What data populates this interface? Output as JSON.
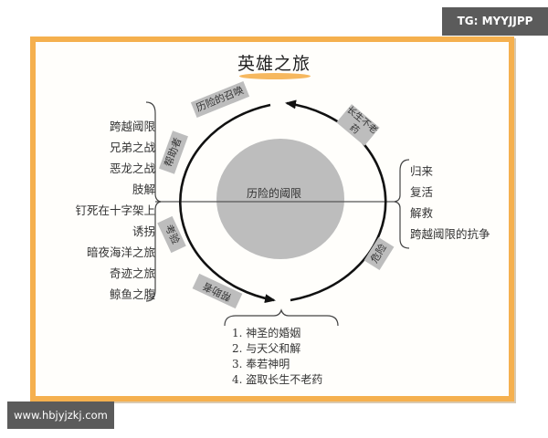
{
  "watermarks": {
    "top_right": "TG: MYYJJPP",
    "bottom_left": "www.hbjyjzkj.com"
  },
  "diagram": {
    "title": "英雄之旅",
    "center_label": "历险的阈限",
    "circle_tags": {
      "call": "历险的召唤",
      "helper_top": "帮助者",
      "test": "考验",
      "helper_bottom": "帮助者",
      "elixir": "长生不老药",
      "danger": "危险"
    },
    "left_list": [
      "跨越阈限",
      "兄弟之战",
      "恶龙之战",
      "肢解",
      "钉死在十字架上",
      "诱拐",
      "暗夜海洋之旅",
      "奇迹之旅",
      "鲸鱼之腹"
    ],
    "right_list": [
      "归来",
      "复活",
      "解救",
      "跨越阈限的抗争"
    ],
    "bottom_list": [
      "1. 神圣的婚姻",
      "2. 与天父和解",
      "3. 奉若神明",
      "4. 盗取长生不老药"
    ],
    "colors": {
      "frame": "#F5B04E",
      "inner_circle": "#BDBDBD",
      "tag": "#BDBDBD",
      "arc": "#111111"
    }
  }
}
